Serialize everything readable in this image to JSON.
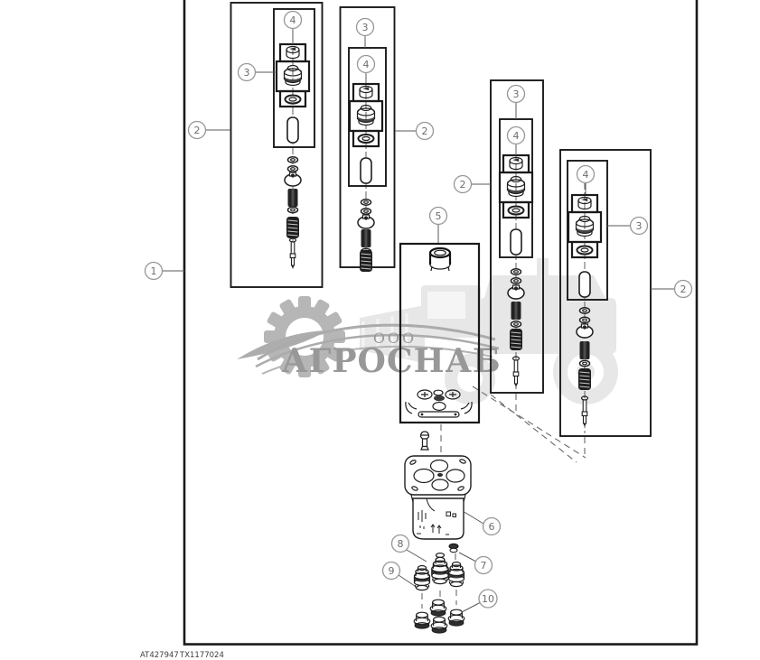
{
  "page": {
    "background": "#ffffff"
  },
  "colors": {
    "line": "#1a1a1a",
    "callout_stroke": "#979797",
    "callout_text": "#6e6e6e",
    "watermark_text": "#989898",
    "watermark_machine": "#e7e7e7",
    "watermark_gear": "#b6b6b6"
  },
  "callouts": {
    "n1": "1",
    "n2": "2",
    "n3": "3",
    "n4": "4",
    "n5": "5",
    "n6": "6",
    "n7": "7",
    "n8": "8",
    "n9": "9",
    "n10": "10"
  },
  "watermark": {
    "org_type": "ООО",
    "name": "АГРОСНАБ"
  },
  "footer": {
    "part_code": "AT427947",
    "doc_code": "TX1177024"
  }
}
